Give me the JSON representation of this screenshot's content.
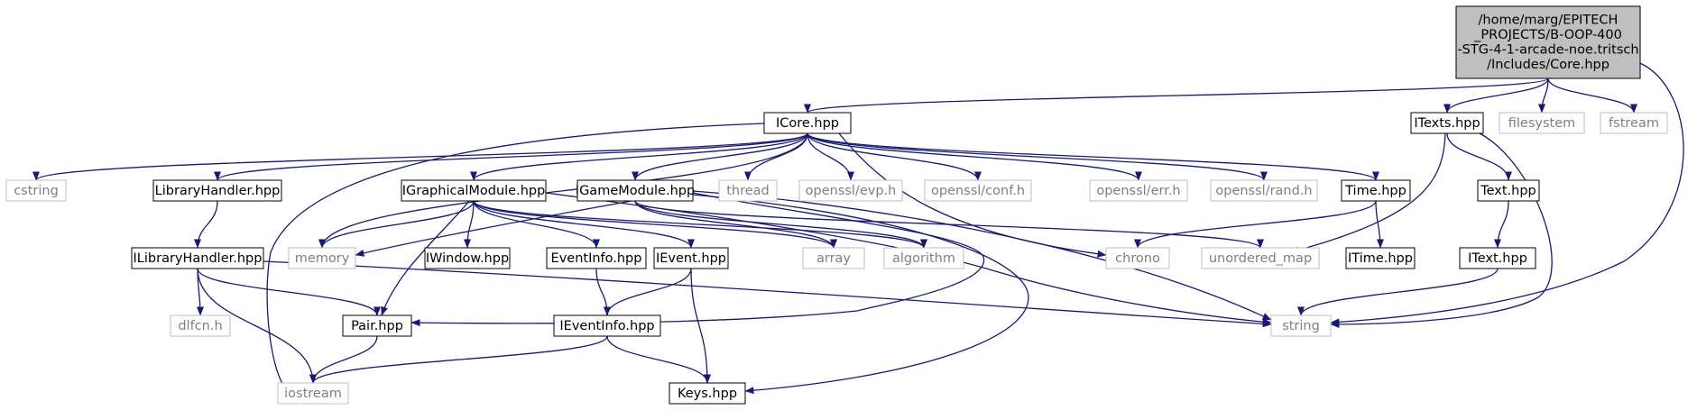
{
  "graph": {
    "colors": {
      "edge": "#191970",
      "node_border": "#000000",
      "external_border": "#bfbfbf",
      "external_text": "#7f7f7f",
      "root_fill": "#bfbfbf",
      "text": "#000000"
    },
    "nodes": [
      {
        "id": "root",
        "lines": [
          "/home/marg/EPITECH",
          "_PROJECTS/B-OOP-400",
          "-STG-4-1-arcade-noe.tritsch",
          "/Includes/Core.hpp"
        ],
        "kind": "root"
      },
      {
        "id": "icore",
        "lines": [
          "ICore.hpp"
        ],
        "kind": "internal"
      },
      {
        "id": "itexts",
        "lines": [
          "ITexts.hpp"
        ],
        "kind": "internal"
      },
      {
        "id": "filesystem",
        "lines": [
          "filesystem"
        ],
        "kind": "external"
      },
      {
        "id": "fstream",
        "lines": [
          "fstream"
        ],
        "kind": "external"
      },
      {
        "id": "cstring",
        "lines": [
          "cstring"
        ],
        "kind": "external"
      },
      {
        "id": "libhandler",
        "lines": [
          "LibraryHandler.hpp"
        ],
        "kind": "internal"
      },
      {
        "id": "igraphical",
        "lines": [
          "IGraphicalModule.hpp"
        ],
        "kind": "internal"
      },
      {
        "id": "igame",
        "lines": [
          "IGameModule.hpp"
        ],
        "kind": "internal"
      },
      {
        "id": "thread",
        "lines": [
          "thread"
        ],
        "kind": "external"
      },
      {
        "id": "evp",
        "lines": [
          "openssl/evp.h"
        ],
        "kind": "external"
      },
      {
        "id": "conf",
        "lines": [
          "openssl/conf.h"
        ],
        "kind": "external"
      },
      {
        "id": "err",
        "lines": [
          "openssl/err.h"
        ],
        "kind": "external"
      },
      {
        "id": "rand",
        "lines": [
          "openssl/rand.h"
        ],
        "kind": "external"
      },
      {
        "id": "time",
        "lines": [
          "Time.hpp"
        ],
        "kind": "internal"
      },
      {
        "id": "text",
        "lines": [
          "Text.hpp"
        ],
        "kind": "internal"
      },
      {
        "id": "ilibhandler",
        "lines": [
          "ILibraryHandler.hpp"
        ],
        "kind": "internal"
      },
      {
        "id": "memory",
        "lines": [
          "memory"
        ],
        "kind": "external"
      },
      {
        "id": "iwindow",
        "lines": [
          "IWindow.hpp"
        ],
        "kind": "internal"
      },
      {
        "id": "eventinfo",
        "lines": [
          "EventInfo.hpp"
        ],
        "kind": "internal"
      },
      {
        "id": "ievent",
        "lines": [
          "IEvent.hpp"
        ],
        "kind": "internal"
      },
      {
        "id": "array",
        "lines": [
          "array"
        ],
        "kind": "external"
      },
      {
        "id": "algorithm",
        "lines": [
          "algorithm"
        ],
        "kind": "external"
      },
      {
        "id": "chrono",
        "lines": [
          "chrono"
        ],
        "kind": "external"
      },
      {
        "id": "unordered_map",
        "lines": [
          "unordered_map"
        ],
        "kind": "external"
      },
      {
        "id": "itime",
        "lines": [
          "ITime.hpp"
        ],
        "kind": "internal"
      },
      {
        "id": "itext",
        "lines": [
          "IText.hpp"
        ],
        "kind": "internal"
      },
      {
        "id": "dlfcn",
        "lines": [
          "dlfcn.h"
        ],
        "kind": "external"
      },
      {
        "id": "pair",
        "lines": [
          "Pair.hpp"
        ],
        "kind": "internal"
      },
      {
        "id": "ieventinfo",
        "lines": [
          "IEventInfo.hpp"
        ],
        "kind": "internal"
      },
      {
        "id": "string",
        "lines": [
          "string"
        ],
        "kind": "external"
      },
      {
        "id": "iostream",
        "lines": [
          "iostream"
        ],
        "kind": "external"
      },
      {
        "id": "keys",
        "lines": [
          "Keys.hpp"
        ],
        "kind": "internal"
      }
    ],
    "edges": [
      {
        "from": "root",
        "to": "icore"
      },
      {
        "from": "root",
        "to": "itexts"
      },
      {
        "from": "root",
        "to": "filesystem"
      },
      {
        "from": "root",
        "to": "fstream"
      },
      {
        "from": "root",
        "to": "string"
      },
      {
        "from": "icore",
        "to": "cstring"
      },
      {
        "from": "icore",
        "to": "libhandler"
      },
      {
        "from": "icore",
        "to": "igraphical"
      },
      {
        "from": "icore",
        "to": "igame"
      },
      {
        "from": "icore",
        "to": "thread"
      },
      {
        "from": "icore",
        "to": "evp"
      },
      {
        "from": "icore",
        "to": "conf"
      },
      {
        "from": "icore",
        "to": "err"
      },
      {
        "from": "icore",
        "to": "rand"
      },
      {
        "from": "icore",
        "to": "time"
      },
      {
        "from": "icore",
        "to": "memory"
      },
      {
        "from": "icore",
        "to": "chrono"
      },
      {
        "from": "icore",
        "to": "iostream"
      },
      {
        "from": "itexts",
        "to": "text"
      },
      {
        "from": "itexts",
        "to": "unordered_map"
      },
      {
        "from": "itexts",
        "to": "string"
      },
      {
        "from": "libhandler",
        "to": "ilibhandler"
      },
      {
        "from": "igraphical",
        "to": "memory"
      },
      {
        "from": "igraphical",
        "to": "iwindow"
      },
      {
        "from": "igraphical",
        "to": "eventinfo"
      },
      {
        "from": "igraphical",
        "to": "ievent"
      },
      {
        "from": "igraphical",
        "to": "array"
      },
      {
        "from": "igraphical",
        "to": "algorithm"
      },
      {
        "from": "igraphical",
        "to": "pair"
      },
      {
        "from": "igraphical",
        "to": "string"
      },
      {
        "from": "igame",
        "to": "memory"
      },
      {
        "from": "igame",
        "to": "array"
      },
      {
        "from": "igame",
        "to": "algorithm"
      },
      {
        "from": "igame",
        "to": "unordered_map"
      },
      {
        "from": "igame",
        "to": "pair"
      },
      {
        "from": "igame",
        "to": "string"
      },
      {
        "from": "igame",
        "to": "keys"
      },
      {
        "from": "time",
        "to": "chrono"
      },
      {
        "from": "time",
        "to": "itime"
      },
      {
        "from": "text",
        "to": "itext"
      },
      {
        "from": "itext",
        "to": "string"
      },
      {
        "from": "ilibhandler",
        "to": "dlfcn"
      },
      {
        "from": "ilibhandler",
        "to": "pair"
      },
      {
        "from": "ilibhandler",
        "to": "iostream"
      },
      {
        "from": "ilibhandler",
        "to": "string"
      },
      {
        "from": "eventinfo",
        "to": "ieventinfo"
      },
      {
        "from": "ievent",
        "to": "ieventinfo"
      },
      {
        "from": "ievent",
        "to": "keys"
      },
      {
        "from": "pair",
        "to": "iostream"
      },
      {
        "from": "ieventinfo",
        "to": "iostream"
      },
      {
        "from": "ieventinfo",
        "to": "keys"
      }
    ]
  }
}
